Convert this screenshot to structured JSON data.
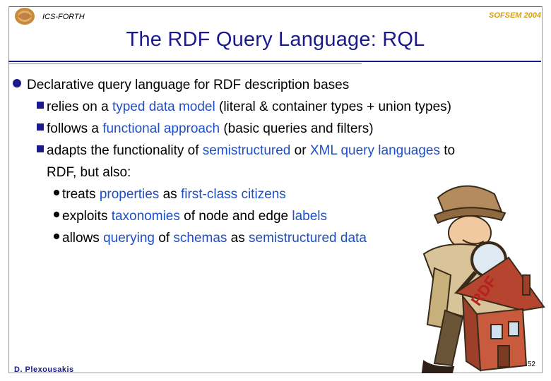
{
  "header": {
    "org": "ICS-FORTH",
    "conference": "SOFSEM 2004",
    "title": "The RDF Query Language: RQL"
  },
  "body": {
    "l1": "Declarative query language for RDF description bases",
    "l2": [
      {
        "t": "relies on a ",
        "h": false
      },
      {
        "t": "typed data model",
        "h": true
      },
      {
        "t": " (literal & container types + union types)",
        "h": false
      }
    ],
    "l3": [
      {
        "t": "follows a ",
        "h": false
      },
      {
        "t": "functional approach",
        "h": true
      },
      {
        "t": " (basic queries and filters)",
        "h": false
      }
    ],
    "l4": [
      {
        "t": "adapts the functionality of ",
        "h": false
      },
      {
        "t": "semistructured",
        "h": true
      },
      {
        "t": " or ",
        "h": false
      },
      {
        "t": "XML query languages",
        "h": true
      },
      {
        "t": " to",
        "h": false
      }
    ],
    "l4b": "RDF, but also:",
    "l5": [
      {
        "t": "treats ",
        "h": false
      },
      {
        "t": "properties",
        "h": true
      },
      {
        "t": " as ",
        "h": false
      },
      {
        "t": "first-class citizens",
        "h": true
      }
    ],
    "l6": [
      {
        "t": "exploits ",
        "h": false
      },
      {
        "t": "taxonomies",
        "h": true
      },
      {
        "t": " of node and edge ",
        "h": false
      },
      {
        "t": "labels",
        "h": true
      }
    ],
    "l7": [
      {
        "t": "allows ",
        "h": false
      },
      {
        "t": "querying",
        "h": true
      },
      {
        "t": " of ",
        "h": false
      },
      {
        "t": "schemas",
        "h": true
      },
      {
        "t": " as ",
        "h": false
      },
      {
        "t": "semistructured data",
        "h": true
      }
    ]
  },
  "clipart": {
    "roof_label": "RDF",
    "icon": "detective-magnifier-house-icon"
  },
  "footer": {
    "author": "D. Plexousakis",
    "page": "52"
  },
  "colors": {
    "title": "#1a1a8c",
    "highlight": "#1f4fc4",
    "conference": "#d4a017"
  }
}
